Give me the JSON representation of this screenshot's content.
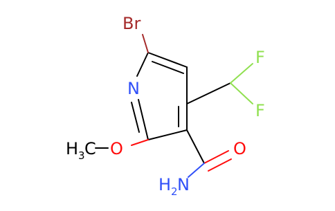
{
  "molecule": {
    "atom_labels": {
      "br": "Br",
      "n": "N",
      "f_top": "F",
      "f_bottom": "F",
      "o_methoxy": "O",
      "o_carbonyl": "O",
      "methyl_h": "H",
      "methyl_sub": "3",
      "methyl_c": "C",
      "amide_h": "H",
      "amide_sub": "2",
      "amide_n": "N"
    },
    "colors": {
      "bond": "#000000",
      "bromine": "#a52a2a",
      "nitrogen": "#3050f8",
      "fluorine": "#90e050",
      "oxygen": "#ff0d0d"
    }
  }
}
